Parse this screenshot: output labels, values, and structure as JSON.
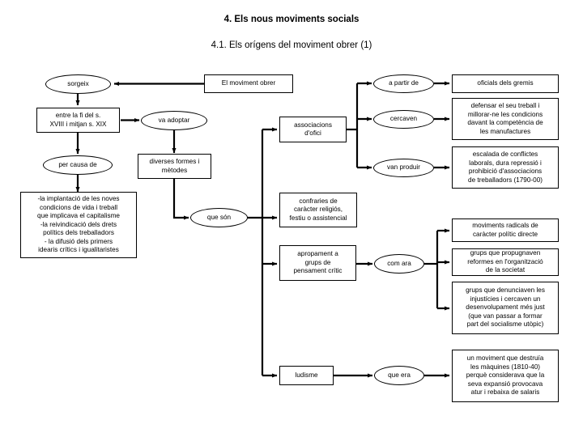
{
  "page": {
    "title_main": "4. Els nous moviments socials",
    "title_sub": "4.1. Els orígens del moviment obrer (1)"
  },
  "colors": {
    "background": "#ffffff",
    "stroke": "#000000",
    "text": "#000000"
  },
  "diagram": {
    "type": "flowchart",
    "nodes": {
      "moviment_obrer": "El moviment obrer",
      "sorgeix": "sorgeix",
      "entre_fi": "entre la fi del s.\nXVIII i mitjan s. XIX",
      "per_causa_de": "per causa de",
      "causes": "-la implantació de les noves\ncondicions de vida i treball\nque implicava el capitalisme\n-la reivindicació dels drets\npolítics dels treballadors\n- la difusió dels primers\nidearis crítics i igualitaristes",
      "va_adoptar": "va adoptar",
      "diverses_formes": "diverses formes i\nmètodes",
      "que_son": "que són",
      "associacions_ofici": "associacions\nd'ofici",
      "a_partir_de": "a partir de",
      "cercaven": "cercaven",
      "van_produir": "van produir",
      "oficials_gremis": "oficials dels gremis",
      "defensar": "defensar el seu treball i\nmillorar-ne les condicions\ndavant la competència de\nles manufactures",
      "escalada": "escalada de conflictes\nlaborals, dura repressió i\nprohibició d'associacions\nde treballadors (1790-00)",
      "confraries": "confraries de\ncaràcter religiós,\nfestiu o assistencial",
      "apropament": "apropament a\ngrups de\npensament crític",
      "com_ara": "com ara",
      "moviments_radicals": "moviments radicals de\ncaràcter polític directe",
      "grups_reformes": "grups que propugnaven\nreformes en l'organització\nde la societat",
      "grups_denunciaven": "grups que denunciaven les\ninjustícies i cercaven un\ndesenvolupament més just\n(que van passar a formar\npart del socialisme utòpic)",
      "ludisme": "ludisme",
      "que_era": "que era",
      "destruia_maquines": "un moviment que destruïa\nles màquines (1810-40)\nperquè considerava que la\nseva expansió provocava\natur i rebaixa de salaris"
    },
    "edges": [
      {
        "from": "moviment_obrer",
        "to": "sorgeix"
      },
      {
        "from": "sorgeix",
        "to": "entre_fi"
      },
      {
        "from": "entre_fi",
        "to": "per_causa_de"
      },
      {
        "from": "entre_fi",
        "to": "va_adoptar"
      },
      {
        "from": "per_causa_de",
        "to": "causes"
      },
      {
        "from": "va_adoptar",
        "to": "diverses_formes"
      },
      {
        "from": "diverses_formes",
        "to": "que_son"
      },
      {
        "from": "que_son",
        "to": "associacions_ofici"
      },
      {
        "from": "que_son",
        "to": "confraries"
      },
      {
        "from": "que_son",
        "to": "apropament"
      },
      {
        "from": "que_son",
        "to": "ludisme"
      },
      {
        "from": "associacions_ofici",
        "to": "a_partir_de"
      },
      {
        "from": "associacions_ofici",
        "to": "cercaven"
      },
      {
        "from": "associacions_ofici",
        "to": "van_produir"
      },
      {
        "from": "a_partir_de",
        "to": "oficials_gremis"
      },
      {
        "from": "cercaven",
        "to": "defensar"
      },
      {
        "from": "van_produir",
        "to": "escalada"
      },
      {
        "from": "apropament",
        "to": "com_ara"
      },
      {
        "from": "com_ara",
        "to": "moviments_radicals"
      },
      {
        "from": "com_ara",
        "to": "grups_reformes"
      },
      {
        "from": "com_ara",
        "to": "grups_denunciaven"
      },
      {
        "from": "ludisme",
        "to": "que_era"
      },
      {
        "from": "que_era",
        "to": "destruia_maquines"
      }
    ]
  }
}
